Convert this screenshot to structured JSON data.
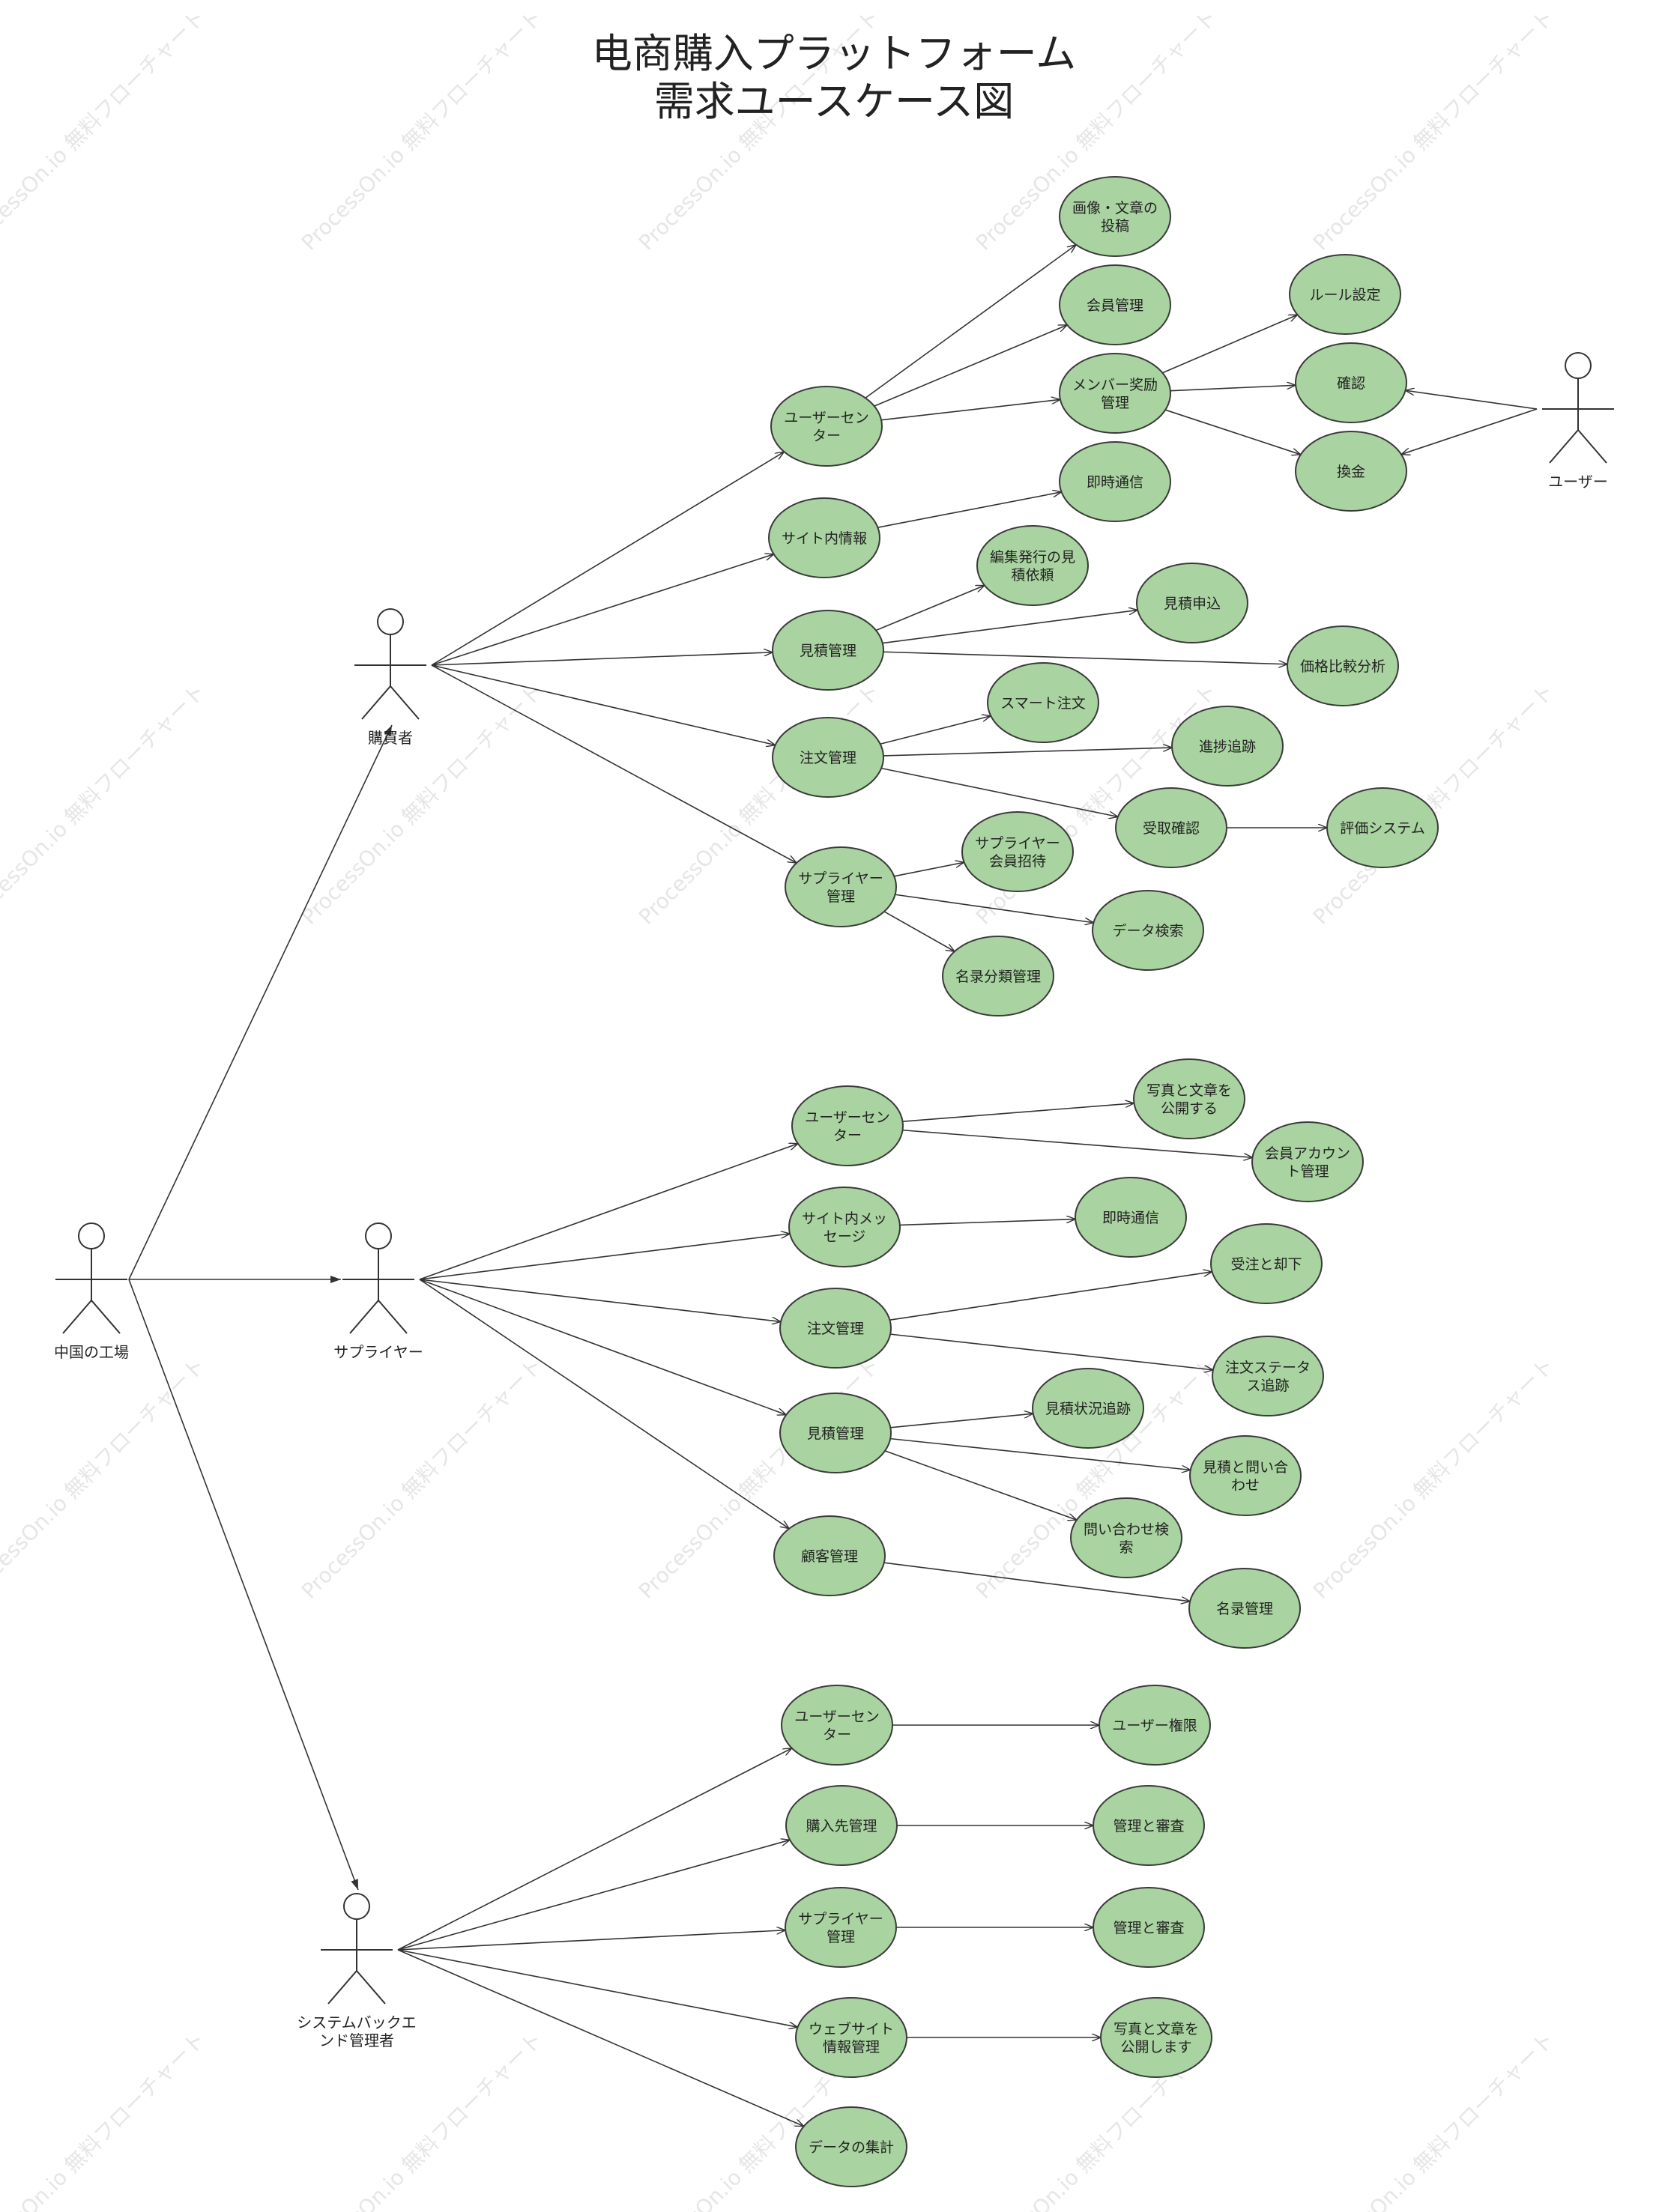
{
  "title": {
    "line1": "电商購入プラットフォーム",
    "line2": "需求ユースケース図"
  },
  "watermark": "ProcessOn.io 無料フローチャート",
  "colors": {
    "usecase_fill": "#a9d3a0",
    "usecase_stroke": "#3a3a3a",
    "line": "#333333",
    "text": "#222222",
    "watermark": "#e6e6e6"
  },
  "actors": [
    {
      "id": "factory",
      "label": [
        "中国の工場"
      ]
    },
    {
      "id": "buyer",
      "label": [
        "購買者"
      ]
    },
    {
      "id": "supplier",
      "label": [
        "サプライヤー"
      ]
    },
    {
      "id": "admin",
      "label": [
        "システムバックエ",
        "ンド管理者"
      ]
    },
    {
      "id": "user",
      "label": [
        "ユーザー"
      ]
    }
  ],
  "usecases": [
    {
      "id": "b_uc",
      "label": [
        "ユーザーセン",
        "ター"
      ]
    },
    {
      "id": "b_site",
      "label": [
        "サイト内情報"
      ]
    },
    {
      "id": "b_quote",
      "label": [
        "見積管理"
      ]
    },
    {
      "id": "b_order",
      "label": [
        "注文管理"
      ]
    },
    {
      "id": "b_supp",
      "label": [
        "サプライヤー",
        "管理"
      ]
    },
    {
      "id": "b_post",
      "label": [
        "画像・文章の",
        "投稿"
      ]
    },
    {
      "id": "b_member",
      "label": [
        "会員管理"
      ]
    },
    {
      "id": "b_reward",
      "label": [
        "メンバー奖励",
        "管理"
      ]
    },
    {
      "id": "b_rule",
      "label": [
        "ルール設定"
      ]
    },
    {
      "id": "b_confirm",
      "label": [
        "確認"
      ]
    },
    {
      "id": "b_exchange",
      "label": [
        "換金"
      ]
    },
    {
      "id": "b_im",
      "label": [
        "即時通信"
      ]
    },
    {
      "id": "b_edit",
      "label": [
        "編集発行の見",
        "積依頼"
      ]
    },
    {
      "id": "b_apply",
      "label": [
        "見積申込"
      ]
    },
    {
      "id": "b_price",
      "label": [
        "価格比較分析"
      ]
    },
    {
      "id": "b_smart",
      "label": [
        "スマート注文"
      ]
    },
    {
      "id": "b_progress",
      "label": [
        "進捗追跡"
      ]
    },
    {
      "id": "b_receipt",
      "label": [
        "受取確認"
      ]
    },
    {
      "id": "b_eval",
      "label": [
        "評価システム"
      ]
    },
    {
      "id": "b_invite",
      "label": [
        "サプライヤー",
        "会員招待"
      ]
    },
    {
      "id": "b_search",
      "label": [
        "データ検索"
      ]
    },
    {
      "id": "b_dir",
      "label": [
        "名录分類管理"
      ]
    },
    {
      "id": "s_uc",
      "label": [
        "ユーザーセン",
        "ター"
      ]
    },
    {
      "id": "s_msg",
      "label": [
        "サイト内メッ",
        "セージ"
      ]
    },
    {
      "id": "s_order",
      "label": [
        "注文管理"
      ]
    },
    {
      "id": "s_quote",
      "label": [
        "見積管理"
      ]
    },
    {
      "id": "s_cust",
      "label": [
        "顧客管理"
      ]
    },
    {
      "id": "s_pub",
      "label": [
        "写真と文章を",
        "公開する"
      ]
    },
    {
      "id": "s_account",
      "label": [
        "会員アカウン",
        "ト管理"
      ]
    },
    {
      "id": "s_im",
      "label": [
        "即時通信"
      ]
    },
    {
      "id": "s_accept",
      "label": [
        "受注と却下"
      ]
    },
    {
      "id": "s_status",
      "label": [
        "注文ステータ",
        "ス追跡"
      ]
    },
    {
      "id": "s_qtrack",
      "label": [
        "見積状況追跡"
      ]
    },
    {
      "id": "s_inquiry",
      "label": [
        "見積と問い合",
        "わせ"
      ]
    },
    {
      "id": "s_isearch",
      "label": [
        "問い合わせ検",
        "索"
      ]
    },
    {
      "id": "s_dir",
      "label": [
        "名录管理"
      ]
    },
    {
      "id": "a_uc",
      "label": [
        "ユーザーセン",
        "ター"
      ]
    },
    {
      "id": "a_buyer",
      "label": [
        "購入先管理"
      ]
    },
    {
      "id": "a_supp",
      "label": [
        "サプライヤー",
        "管理"
      ]
    },
    {
      "id": "a_web",
      "label": [
        "ウェブサイト",
        "情報管理"
      ]
    },
    {
      "id": "a_stats",
      "label": [
        "データの集計"
      ]
    },
    {
      "id": "a_perm",
      "label": [
        "ユーザー権限"
      ]
    },
    {
      "id": "a_review1",
      "label": [
        "管理と審査"
      ]
    },
    {
      "id": "a_review2",
      "label": [
        "管理と審査"
      ]
    },
    {
      "id": "a_pub",
      "label": [
        "写真と文章を",
        "公開します"
      ]
    }
  ],
  "edges": [
    {
      "from": "factory",
      "to": "buyer"
    },
    {
      "from": "factory",
      "to": "supplier"
    },
    {
      "from": "factory",
      "to": "admin"
    },
    {
      "from": "buyer",
      "to": "b_uc"
    },
    {
      "from": "buyer",
      "to": "b_site"
    },
    {
      "from": "buyer",
      "to": "b_quote"
    },
    {
      "from": "buyer",
      "to": "b_order"
    },
    {
      "from": "buyer",
      "to": "b_supp"
    },
    {
      "from": "b_uc",
      "to": "b_post"
    },
    {
      "from": "b_uc",
      "to": "b_member"
    },
    {
      "from": "b_uc",
      "to": "b_reward"
    },
    {
      "from": "b_reward",
      "to": "b_rule"
    },
    {
      "from": "b_reward",
      "to": "b_confirm"
    },
    {
      "from": "b_reward",
      "to": "b_exchange"
    },
    {
      "from": "user",
      "to": "b_confirm"
    },
    {
      "from": "user",
      "to": "b_exchange"
    },
    {
      "from": "b_site",
      "to": "b_im"
    },
    {
      "from": "b_quote",
      "to": "b_edit"
    },
    {
      "from": "b_quote",
      "to": "b_apply"
    },
    {
      "from": "b_quote",
      "to": "b_price"
    },
    {
      "from": "b_order",
      "to": "b_smart"
    },
    {
      "from": "b_order",
      "to": "b_progress"
    },
    {
      "from": "b_order",
      "to": "b_receipt"
    },
    {
      "from": "b_receipt",
      "to": "b_eval"
    },
    {
      "from": "b_supp",
      "to": "b_invite"
    },
    {
      "from": "b_supp",
      "to": "b_search"
    },
    {
      "from": "b_supp",
      "to": "b_dir"
    },
    {
      "from": "supplier",
      "to": "s_uc"
    },
    {
      "from": "supplier",
      "to": "s_msg"
    },
    {
      "from": "supplier",
      "to": "s_order"
    },
    {
      "from": "supplier",
      "to": "s_quote"
    },
    {
      "from": "supplier",
      "to": "s_cust"
    },
    {
      "from": "s_uc",
      "to": "s_pub"
    },
    {
      "from": "s_uc",
      "to": "s_account"
    },
    {
      "from": "s_msg",
      "to": "s_im"
    },
    {
      "from": "s_order",
      "to": "s_accept"
    },
    {
      "from": "s_order",
      "to": "s_status"
    },
    {
      "from": "s_quote",
      "to": "s_qtrack"
    },
    {
      "from": "s_quote",
      "to": "s_inquiry"
    },
    {
      "from": "s_quote",
      "to": "s_isearch"
    },
    {
      "from": "s_cust",
      "to": "s_dir"
    },
    {
      "from": "admin",
      "to": "a_uc"
    },
    {
      "from": "admin",
      "to": "a_buyer"
    },
    {
      "from": "admin",
      "to": "a_supp"
    },
    {
      "from": "admin",
      "to": "a_web"
    },
    {
      "from": "admin",
      "to": "a_stats"
    },
    {
      "from": "a_uc",
      "to": "a_perm"
    },
    {
      "from": "a_buyer",
      "to": "a_review1"
    },
    {
      "from": "a_supp",
      "to": "a_review2"
    },
    {
      "from": "a_web",
      "to": "a_pub"
    }
  ]
}
